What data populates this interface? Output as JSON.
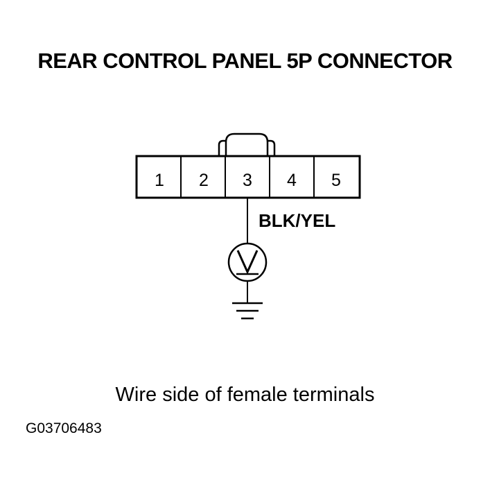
{
  "title": "REAR CONTROL PANEL 5P CONNECTOR",
  "connector": {
    "pins": [
      "1",
      "2",
      "3",
      "4",
      "5"
    ],
    "wire_label": "BLK/YEL"
  },
  "meter": {
    "symbol": "V"
  },
  "caption": "Wire side of female terminals",
  "figure_id": "G03706483"
}
